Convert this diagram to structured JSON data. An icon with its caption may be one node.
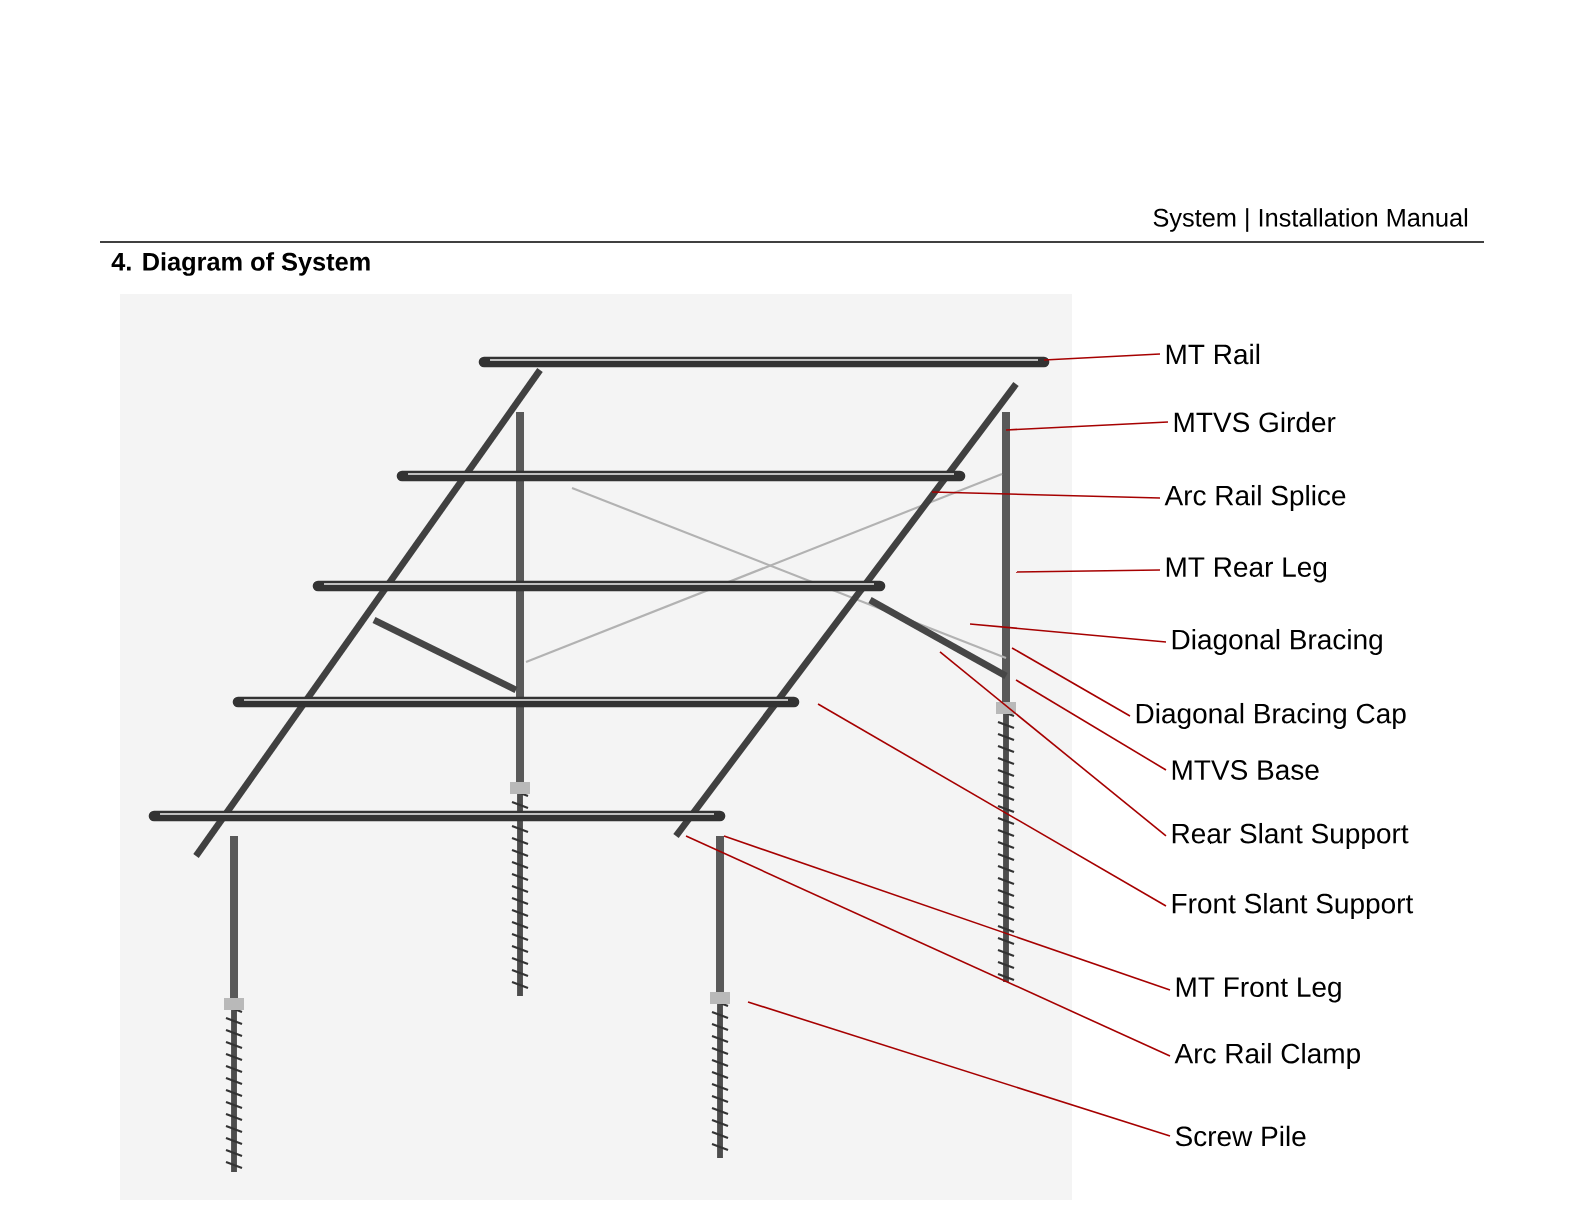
{
  "diagram": {
    "title": "4. Diagram of System",
    "nodes": [
      {
        "text": [
          "MT Rail"
        ]
      },
      {
        "text": [
          "MTVS Girder"
        ]
      },
      {
        "text": [
          "Arc Rail Splice"
        ]
      },
      {
        "text": [
          "MT Rear Leg"
        ]
      },
      {
        "text": [
          "Diagonal Bracing"
        ]
      },
      {
        "text": [
          "Diagonal Bracing Cap"
        ]
      },
      {
        "text": [
          "MTVS Base"
        ]
      },
      {
        "text": [
          "Rear Slant Support"
        ]
      },
      {
        "text": [
          "Front Slant Support"
        ]
      },
      {
        "text": [
          "MT Front Leg"
        ]
      },
      {
        "text": [
          "Arc Rail Clamp"
        ]
      },
      {
        "text": [
          "Screw Pile"
        ]
      }
    ],
    "edges": [
      {
        "from": 0,
        "to": null,
        "arrow": "none"
      },
      {
        "from": 1,
        "to": null,
        "arrow": "none"
      },
      {
        "from": 2,
        "to": null,
        "arrow": "none"
      },
      {
        "from": 3,
        "to": null,
        "arrow": "none"
      },
      {
        "from": 4,
        "to": null,
        "arrow": "none"
      },
      {
        "from": 5,
        "to": null,
        "arrow": "none"
      },
      {
        "from": 6,
        "to": null,
        "arrow": "none"
      },
      {
        "from": 7,
        "to": null,
        "arrow": "none"
      },
      {
        "from": 8,
        "to": null,
        "arrow": "none"
      },
      {
        "from": 9,
        "to": null,
        "arrow": "none"
      },
      {
        "from": 10,
        "to": null,
        "arrow": "none"
      },
      {
        "from": 11,
        "to": null,
        "arrow": "none"
      }
    ],
    "labels": [
      "System | Installation Manual"
    ]
  }
}
